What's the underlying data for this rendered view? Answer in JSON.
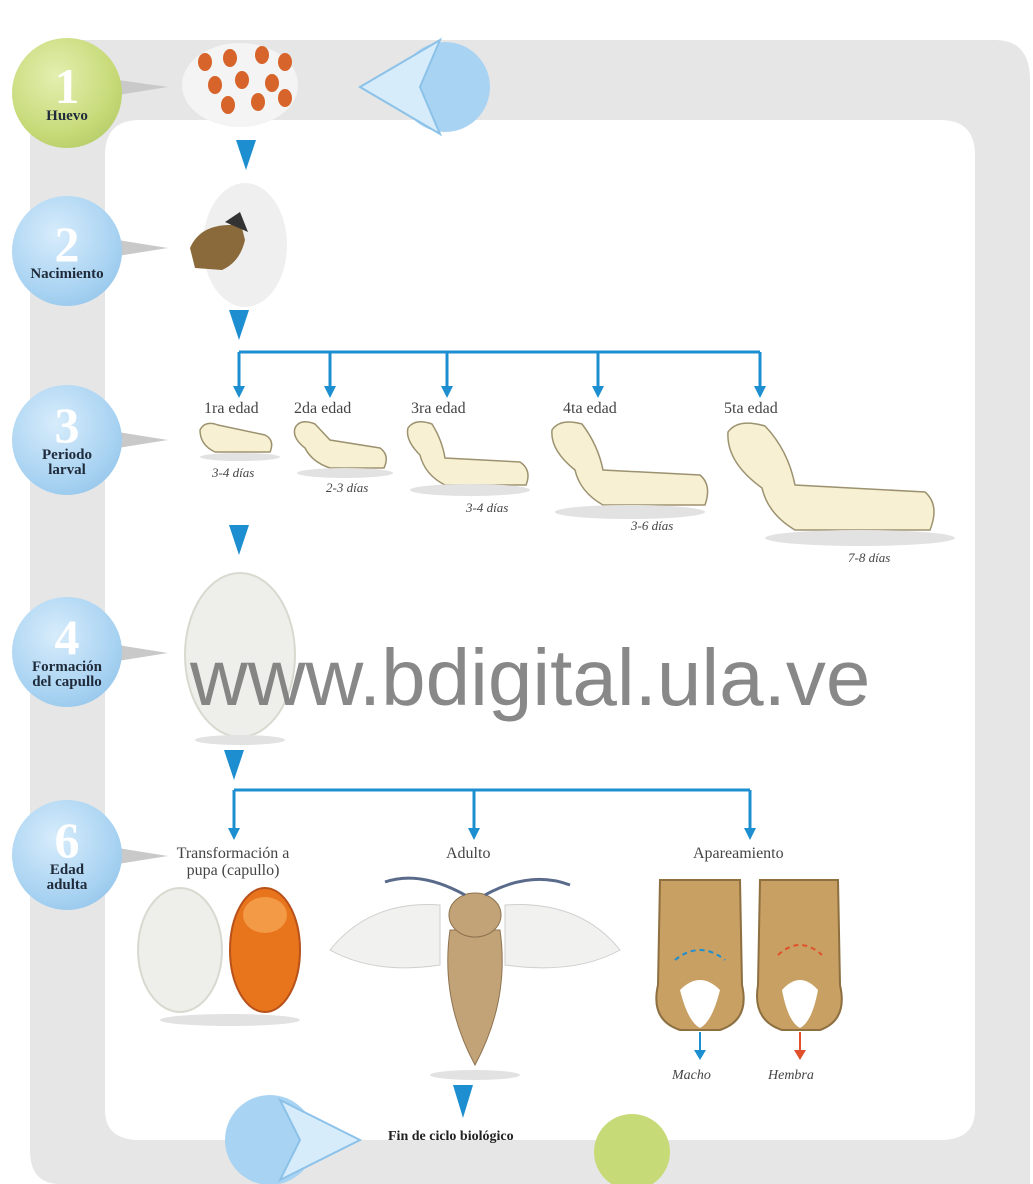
{
  "stages": [
    {
      "number": "1",
      "label": "Huevo"
    },
    {
      "number": "2",
      "label": "Nacimiento"
    },
    {
      "number": "3",
      "label": "Periodo larval"
    },
    {
      "number": "4",
      "label": "Formación del capullo"
    },
    {
      "number": "6",
      "label": "Edad adulta"
    }
  ],
  "stage3_lines": [
    "Periodo",
    "larval"
  ],
  "stage4_lines": [
    "Formación",
    "del capullo"
  ],
  "stage6_lines": [
    "Edad",
    "adulta"
  ],
  "larval_instars": [
    {
      "label": "1ra edad",
      "days": "3-4 días"
    },
    {
      "label": "2da edad",
      "days": "2-3 días"
    },
    {
      "label": "3ra edad",
      "days": "3-4 días"
    },
    {
      "label": "4ta edad",
      "days": "3-6 días"
    },
    {
      "label": "5ta edad",
      "days": "7-8 días"
    }
  ],
  "adult_phases": {
    "pupa": "Transformación a pupa (capullo)",
    "pupa_lines": [
      "Transformación a",
      "pupa (capullo)"
    ],
    "adult": "Adulto",
    "mating": "Apareamiento"
  },
  "sexes": {
    "male": "Macho",
    "female": "Hembra"
  },
  "end_label": "Fin de ciclo biológico",
  "watermark": "www.bdigital.ula.ve",
  "colors": {
    "arrow_blue": "#1d8fd0",
    "frame_gray": "#e6e6e6",
    "circle_green": "#c6da78",
    "circle_blue": "#a9d3f2",
    "female_red": "#e0502a",
    "larva_cream": "#f7f0d2",
    "pupa_orange": "#e8741c",
    "body_tan": "#c8a064"
  }
}
